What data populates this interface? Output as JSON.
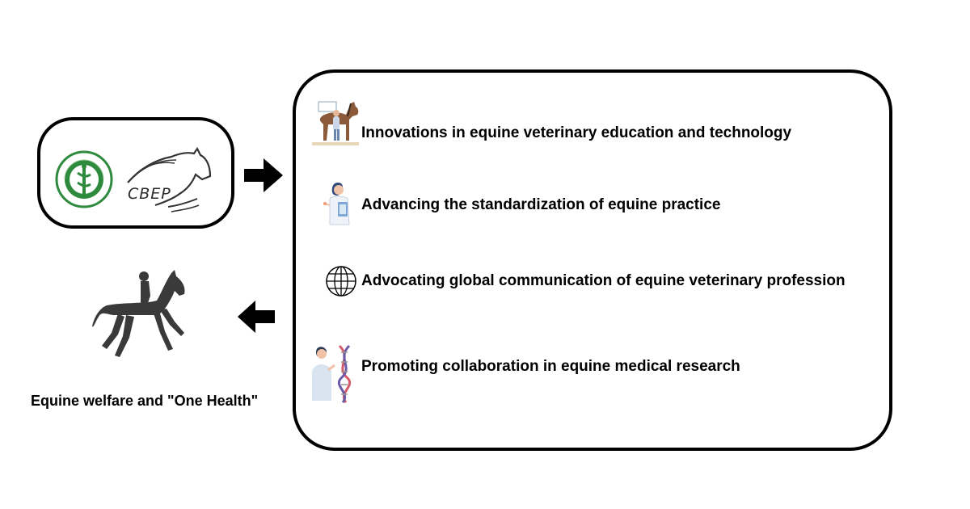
{
  "logos": {
    "cvma_icon": "cvma-emblem-icon",
    "cbep_text": "CBEP",
    "cbep_icon": "horse-head-icon"
  },
  "arrows": {
    "right_icon": "arrow-right-icon",
    "left_icon": "arrow-left-icon"
  },
  "welfare": {
    "icon": "horse-rider-icon",
    "label": "Equine welfare and \"One Health\""
  },
  "items": [
    {
      "icon": "vet-horse-icon",
      "label": "Innovations in equine veterinary education and technology"
    },
    {
      "icon": "doctor-clipboard-icon",
      "label": "Advancing the standardization of equine practice"
    },
    {
      "icon": "globe-icon",
      "label": "Advocating global communication of equine veterinary profession"
    },
    {
      "icon": "dna-research-icon",
      "label": "Promoting collaboration in equine medical research"
    }
  ],
  "colors": {
    "border": "#000000",
    "cvma_green": "#2e8b3e",
    "silhouette": "#3a3a3a",
    "dna_red": "#d35a6a",
    "dna_purple": "#6b5aa8"
  }
}
